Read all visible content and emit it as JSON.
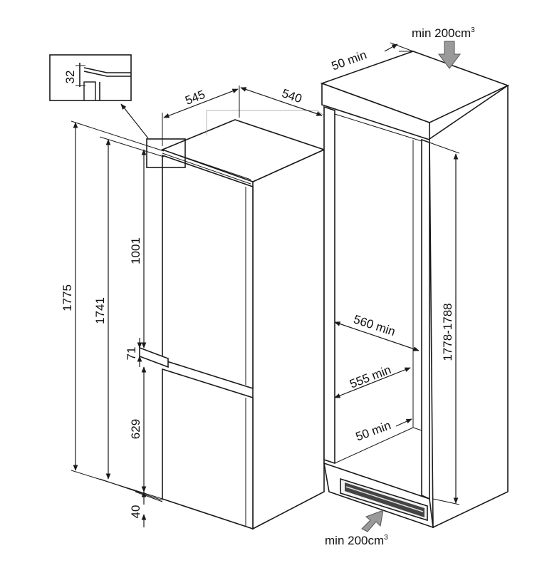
{
  "dimensions": {
    "overall_height": "1775",
    "body_height": "1741",
    "upper_door_height": "1001",
    "door_gap": "71",
    "lower_door_height": "629",
    "plinth_height": "40",
    "top_clearance": "32",
    "appliance_depth": "545",
    "appliance_width": "540"
  },
  "niche": {
    "top_gap": "50 min",
    "height_range": "1778-1788",
    "depth_min": "560 min",
    "width_min": "555 min",
    "rear_gap": "50 min"
  },
  "ventilation": {
    "top_label": "min 200cm",
    "bottom_label": "min 200cm",
    "unit_superscript": "3"
  }
}
